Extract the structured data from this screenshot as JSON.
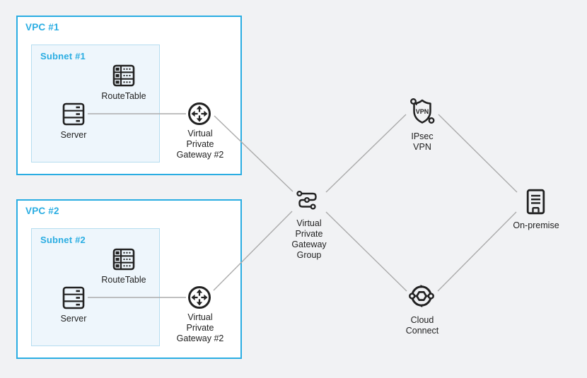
{
  "colors": {
    "canvas_bg": "#f1f2f4",
    "vpc_bg": "#ffffff",
    "accent": "#2aade2",
    "subnet_bg": "#eef6fc",
    "subnet_border": "#b5ddf0",
    "ink": "#1f1f1f",
    "line": "#ababab"
  },
  "vpc1": {
    "label": "VPC #1",
    "subnet_label": "Subnet #1",
    "route_table": "RouteTable",
    "server": "Server",
    "gateway": "Virtual\nPrivate\nGateway #2"
  },
  "vpc2": {
    "label": "VPC #2",
    "subnet_label": "Subnet #2",
    "route_table": "RouteTable",
    "server": "Server",
    "gateway": "Virtual\nPrivate\nGateway #2"
  },
  "hub": {
    "label": "Virtual\nPrivate\nGateway\nGroup"
  },
  "ipsec": {
    "label": "IPsec\nVPN",
    "badge": "VPN"
  },
  "cloud_connect": {
    "label": "Cloud\nConnect"
  },
  "on_premise": {
    "label": "On-premise"
  }
}
